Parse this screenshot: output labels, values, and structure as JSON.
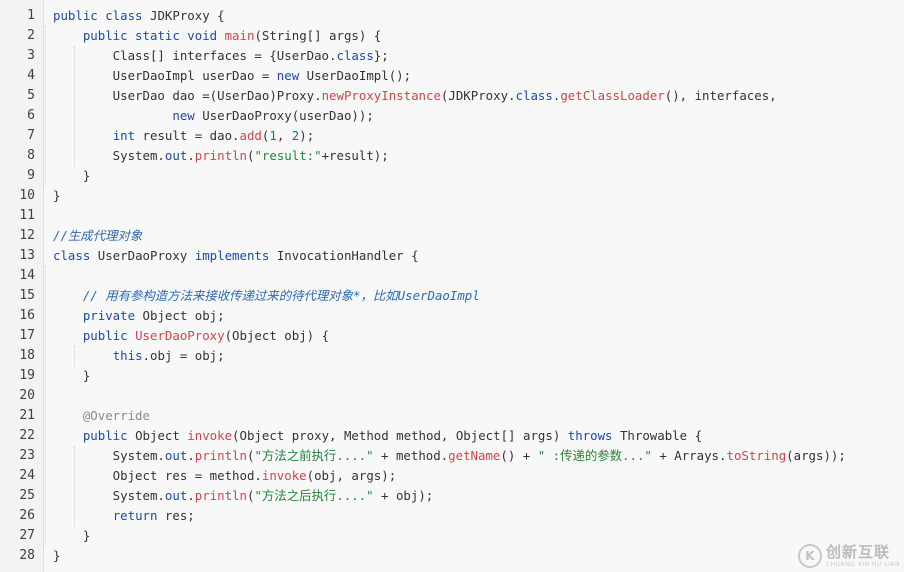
{
  "lines": [
    [
      [
        "kw",
        "public class "
      ],
      [
        "txt",
        "JDKProxy {"
      ]
    ],
    [
      [
        "txt",
        "    "
      ],
      [
        "kw",
        "public static void "
      ],
      [
        "fn",
        "main"
      ],
      [
        "txt",
        "(String[] args) {"
      ]
    ],
    [
      [
        "txt",
        "        Class[] interfaces = {UserDao."
      ],
      [
        "kw",
        "class"
      ],
      [
        "txt",
        "};"
      ]
    ],
    [
      [
        "txt",
        "        UserDaoImpl userDao = "
      ],
      [
        "kw",
        "new "
      ],
      [
        "txt",
        "UserDaoImpl();"
      ]
    ],
    [
      [
        "txt",
        "        UserDao dao =(UserDao)Proxy."
      ],
      [
        "fn",
        "newProxyInstance"
      ],
      [
        "txt",
        "(JDKProxy."
      ],
      [
        "kw",
        "class"
      ],
      [
        "txt",
        "."
      ],
      [
        "fn",
        "getClassLoader"
      ],
      [
        "txt",
        "(), interfaces,"
      ]
    ],
    [
      [
        "txt",
        "                "
      ],
      [
        "kw",
        "new "
      ],
      [
        "txt",
        "UserDaoProxy(userDao));"
      ]
    ],
    [
      [
        "txt",
        "        "
      ],
      [
        "kw",
        "int "
      ],
      [
        "txt",
        "result = dao."
      ],
      [
        "fn",
        "add"
      ],
      [
        "txt",
        "("
      ],
      [
        "num",
        "1"
      ],
      [
        "txt",
        ", "
      ],
      [
        "num",
        "2"
      ],
      [
        "txt",
        ");"
      ]
    ],
    [
      [
        "txt",
        "        System."
      ],
      [
        "kw",
        "out"
      ],
      [
        "txt",
        "."
      ],
      [
        "fn",
        "println"
      ],
      [
        "txt",
        "("
      ],
      [
        "str",
        "\"result:\""
      ],
      [
        "txt",
        "+result);"
      ]
    ],
    [
      [
        "txt",
        "    }"
      ]
    ],
    [
      [
        "txt",
        "}"
      ]
    ],
    [],
    [
      [
        "cmt",
        "//生成代理对象"
      ]
    ],
    [
      [
        "kw",
        "class "
      ],
      [
        "txt",
        "UserDaoProxy "
      ],
      [
        "kw",
        "implements "
      ],
      [
        "txt",
        "InvocationHandler {"
      ]
    ],
    [],
    [
      [
        "txt",
        "    "
      ],
      [
        "cmt",
        "// 用有参构造方法来接收传递过来的待代理对象*，比如UserDaoImpl"
      ]
    ],
    [
      [
        "txt",
        "    "
      ],
      [
        "kw",
        "private "
      ],
      [
        "txt",
        "Object obj;"
      ]
    ],
    [
      [
        "txt",
        "    "
      ],
      [
        "kw",
        "public "
      ],
      [
        "fn",
        "UserDaoProxy"
      ],
      [
        "txt",
        "(Object obj) {"
      ]
    ],
    [
      [
        "txt",
        "        "
      ],
      [
        "kw",
        "this"
      ],
      [
        "txt",
        ".obj = obj;"
      ]
    ],
    [
      [
        "txt",
        "    }"
      ]
    ],
    [],
    [
      [
        "txt",
        "    "
      ],
      [
        "ann",
        "@Override"
      ]
    ],
    [
      [
        "txt",
        "    "
      ],
      [
        "kw",
        "public "
      ],
      [
        "txt",
        "Object "
      ],
      [
        "fn",
        "invoke"
      ],
      [
        "txt",
        "(Object proxy, Method method, Object[] args) "
      ],
      [
        "kw",
        "throws "
      ],
      [
        "txt",
        "Throwable {"
      ]
    ],
    [
      [
        "txt",
        "        System."
      ],
      [
        "kw",
        "out"
      ],
      [
        "txt",
        "."
      ],
      [
        "fn",
        "println"
      ],
      [
        "txt",
        "("
      ],
      [
        "str",
        "\"方法之前执行....\""
      ],
      [
        "txt",
        " + method."
      ],
      [
        "fn",
        "getName"
      ],
      [
        "txt",
        "() + "
      ],
      [
        "str",
        "\" :传递的参数...\""
      ],
      [
        "txt",
        " + Arrays."
      ],
      [
        "fn",
        "toString"
      ],
      [
        "txt",
        "(args));"
      ]
    ],
    [
      [
        "txt",
        "        Object res = method."
      ],
      [
        "fn",
        "invoke"
      ],
      [
        "txt",
        "(obj, args);"
      ]
    ],
    [
      [
        "txt",
        "        System."
      ],
      [
        "kw",
        "out"
      ],
      [
        "txt",
        "."
      ],
      [
        "fn",
        "println"
      ],
      [
        "txt",
        "("
      ],
      [
        "str",
        "\"方法之后执行....\""
      ],
      [
        "txt",
        " + obj);"
      ]
    ],
    [
      [
        "txt",
        "        "
      ],
      [
        "kw",
        "return "
      ],
      [
        "txt",
        "res;"
      ]
    ],
    [
      [
        "txt",
        "    }"
      ]
    ],
    [
      [
        "txt",
        "}"
      ]
    ]
  ],
  "watermark": {
    "logo_letter": "K",
    "name": "创新互联",
    "subtitle": "CHUANG XIN HU LIAN"
  },
  "colors": {
    "keyword": "#1f49a8",
    "function": "#d0454c",
    "string": "#22863a",
    "number": "#0a7a7a",
    "comment": "#2a6ab3",
    "annotation": "#8a8a8a",
    "text": "#333333"
  },
  "icons": [
    "watermark-logo-icon"
  ]
}
